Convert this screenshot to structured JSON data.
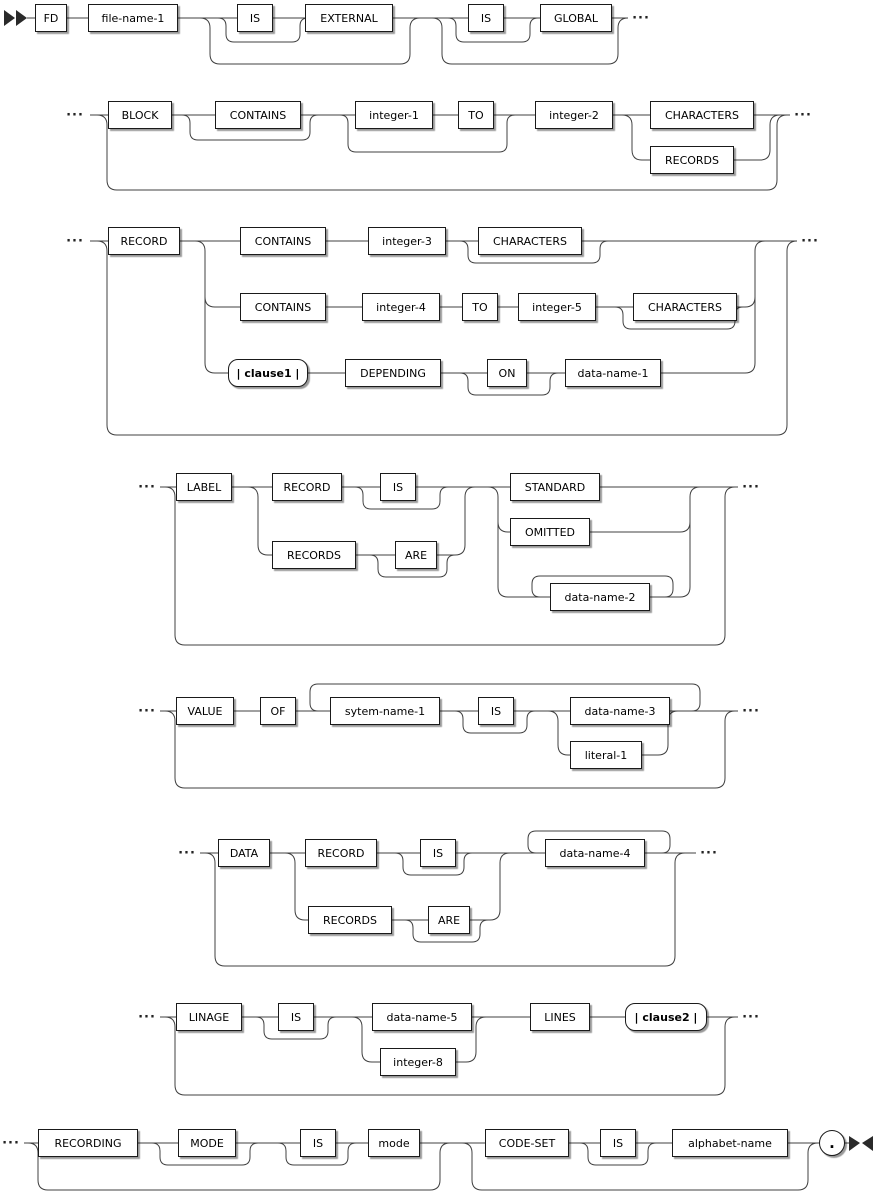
{
  "symbols": {
    "ellipsis": "···",
    "period": "."
  },
  "labels": {
    "fd": "FD",
    "file_name_1": "file-name-1",
    "is": "IS",
    "external": "EXTERNAL",
    "global": "GLOBAL",
    "block": "BLOCK",
    "contains": "CONTAINS",
    "integer_1": "integer-1",
    "to": "TO",
    "integer_2": "integer-2",
    "characters": "CHARACTERS",
    "records": "RECORDS",
    "record": "RECORD",
    "integer_3": "integer-3",
    "integer_4": "integer-4",
    "integer_5": "integer-5",
    "clause1": "| clause1 |",
    "depending": "DEPENDING",
    "on": "ON",
    "data_name_1": "data-name-1",
    "label": "LABEL",
    "are": "ARE",
    "standard": "STANDARD",
    "omitted": "OMITTED",
    "data_name_2": "data-name-2",
    "value": "VALUE",
    "of": "OF",
    "sytem_name_1": "sytem-name-1",
    "data_name_3": "data-name-3",
    "literal_1": "literal-1",
    "data": "DATA",
    "data_name_4": "data-name-4",
    "linage": "LINAGE",
    "data_name_5": "data-name-5",
    "integer_8": "integer-8",
    "lines": "LINES",
    "clause2": "| clause2 |",
    "recording": "RECORDING",
    "mode": "MODE",
    "mode_value": "mode",
    "code_set": "CODE-SET",
    "alphabet_name": "alphabet-name"
  }
}
